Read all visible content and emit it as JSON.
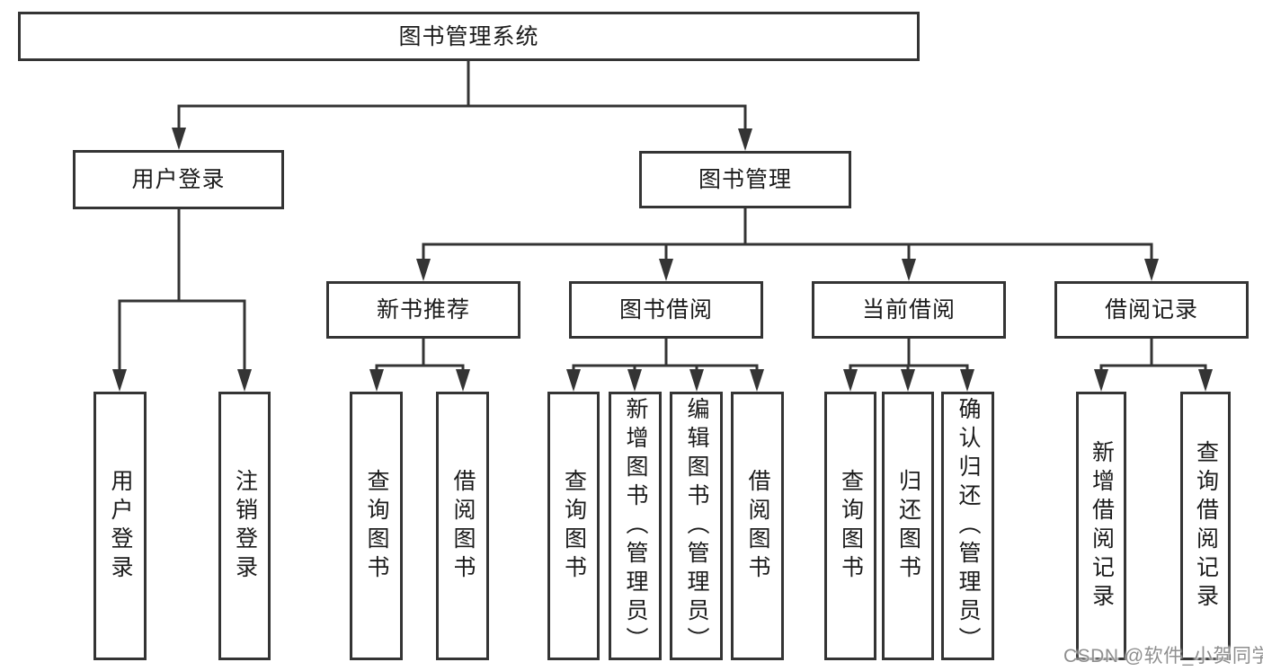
{
  "diagram": {
    "root": {
      "label": "图书管理系统"
    },
    "level2": [
      {
        "key": "user-login",
        "label": "用户登录",
        "parent": "图书管理系统"
      },
      {
        "key": "book-management",
        "label": "图书管理",
        "parent": "图书管理系统"
      }
    ],
    "level3": [
      {
        "key": "new-book-recommend",
        "label": "新书推荐",
        "parent": "图书管理"
      },
      {
        "key": "book-borrow",
        "label": "图书借阅",
        "parent": "图书管理"
      },
      {
        "key": "current-borrow",
        "label": "当前借阅",
        "parent": "图书管理"
      },
      {
        "key": "borrow-records",
        "label": "借阅记录",
        "parent": "图书管理"
      }
    ],
    "leaves": [
      {
        "key": "user-login-action",
        "label": "用户登录",
        "parent": "用户登录"
      },
      {
        "key": "logout-action",
        "label": "注销登录",
        "parent": "用户登录"
      },
      {
        "key": "query-books-recommend",
        "label": "查询图书",
        "parent": "新书推荐"
      },
      {
        "key": "borrow-book-recommend",
        "label": "借阅图书",
        "parent": "新书推荐"
      },
      {
        "key": "query-books-borrow",
        "label": "查询图书",
        "parent": "图书借阅"
      },
      {
        "key": "add-book-admin",
        "label": "新增图书（管理员）",
        "parent": "图书借阅"
      },
      {
        "key": "edit-book-admin",
        "label": "编辑图书（管理员）",
        "parent": "图书借阅"
      },
      {
        "key": "borrow-book",
        "label": "借阅图书",
        "parent": "图书借阅"
      },
      {
        "key": "query-books-current",
        "label": "查询图书",
        "parent": "当前借阅"
      },
      {
        "key": "return-book",
        "label": "归还图书",
        "parent": "当前借阅"
      },
      {
        "key": "confirm-return-admin",
        "label": "确认归还（管理员）",
        "parent": "当前借阅"
      },
      {
        "key": "add-borrow-record",
        "label": "新增借阅记录",
        "parent": "借阅记录"
      },
      {
        "key": "query-borrow-record",
        "label": "查询借阅记录",
        "parent": "借阅记录"
      }
    ]
  },
  "watermark": {
    "text": "CSDN @软件_小贺同学"
  },
  "colors": {
    "line": "#343434",
    "text": "#1b1b1b",
    "background": "#ffffff",
    "watermark": "#8f8f8f"
  }
}
